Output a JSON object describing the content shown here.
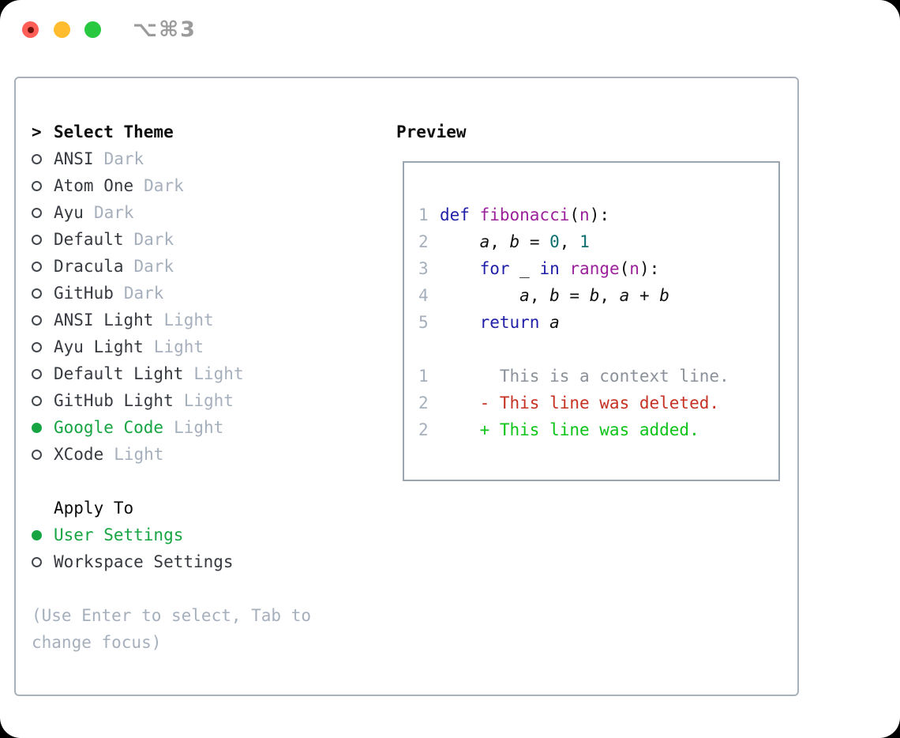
{
  "titlebar": {
    "shortcut": "⌥⌘3"
  },
  "theme_panel": {
    "title_marker": ">",
    "title": "Select Theme",
    "themes": [
      {
        "name": "ANSI",
        "variant": "Dark",
        "selected": false
      },
      {
        "name": "Atom One",
        "variant": "Dark",
        "selected": false
      },
      {
        "name": "Ayu",
        "variant": "Dark",
        "selected": false
      },
      {
        "name": "Default",
        "variant": "Dark",
        "selected": false
      },
      {
        "name": "Dracula",
        "variant": "Dark",
        "selected": false
      },
      {
        "name": "GitHub",
        "variant": "Dark",
        "selected": false
      },
      {
        "name": "ANSI Light",
        "variant": "Light",
        "selected": false
      },
      {
        "name": "Ayu Light",
        "variant": "Light",
        "selected": false
      },
      {
        "name": "Default Light",
        "variant": "Light",
        "selected": false
      },
      {
        "name": "GitHub Light",
        "variant": "Light",
        "selected": false
      },
      {
        "name": "Google Code",
        "variant": "Light",
        "selected": true
      },
      {
        "name": "XCode",
        "variant": "Light",
        "selected": false
      }
    ],
    "apply_to": {
      "title": "Apply To",
      "options": [
        {
          "label": "User Settings",
          "selected": true
        },
        {
          "label": "Workspace Settings",
          "selected": false
        }
      ]
    },
    "hint": "(Use Enter to select, Tab to change focus)"
  },
  "preview": {
    "title": "Preview",
    "lines": [
      {
        "num": "1",
        "tokens": [
          {
            "t": "def ",
            "c": "kw"
          },
          {
            "t": "fibonacci",
            "c": "fn"
          },
          {
            "t": "(",
            "c": "pl"
          },
          {
            "t": "n",
            "c": "fn"
          },
          {
            "t": "):",
            "c": "pl"
          }
        ]
      },
      {
        "num": "2",
        "tokens": [
          {
            "t": "    ",
            "c": "pl"
          },
          {
            "t": "a",
            "c": "var"
          },
          {
            "t": ", ",
            "c": "pl"
          },
          {
            "t": "b",
            "c": "var"
          },
          {
            "t": " = ",
            "c": "pl"
          },
          {
            "t": "0",
            "c": "num"
          },
          {
            "t": ", ",
            "c": "pl"
          },
          {
            "t": "1",
            "c": "num"
          }
        ]
      },
      {
        "num": "3",
        "tokens": [
          {
            "t": "    ",
            "c": "pl"
          },
          {
            "t": "for",
            "c": "kw"
          },
          {
            "t": " _ ",
            "c": "pl"
          },
          {
            "t": "in",
            "c": "kw"
          },
          {
            "t": " ",
            "c": "pl"
          },
          {
            "t": "range",
            "c": "fn"
          },
          {
            "t": "(",
            "c": "pl"
          },
          {
            "t": "n",
            "c": "fn"
          },
          {
            "t": "):",
            "c": "pl"
          }
        ]
      },
      {
        "num": "4",
        "tokens": [
          {
            "t": "        ",
            "c": "pl"
          },
          {
            "t": "a",
            "c": "var"
          },
          {
            "t": ", ",
            "c": "pl"
          },
          {
            "t": "b",
            "c": "var"
          },
          {
            "t": " = ",
            "c": "pl"
          },
          {
            "t": "b",
            "c": "var"
          },
          {
            "t": ", ",
            "c": "pl"
          },
          {
            "t": "a",
            "c": "var"
          },
          {
            "t": " + ",
            "c": "pl"
          },
          {
            "t": "b",
            "c": "var"
          }
        ]
      },
      {
        "num": "5",
        "tokens": [
          {
            "t": "    ",
            "c": "pl"
          },
          {
            "t": "return",
            "c": "kw"
          },
          {
            "t": " ",
            "c": "pl"
          },
          {
            "t": "a",
            "c": "var"
          }
        ]
      },
      {
        "num": "",
        "tokens": []
      },
      {
        "num": "1",
        "tokens": [
          {
            "t": "      This is a context line.",
            "c": "ctx"
          }
        ]
      },
      {
        "num": "2",
        "tokens": [
          {
            "t": "    - This line was deleted.",
            "c": "del"
          }
        ]
      },
      {
        "num": "2",
        "tokens": [
          {
            "t": "    + This line was added.",
            "c": "add"
          }
        ]
      }
    ]
  },
  "colors": {
    "accent-green": "#17a442",
    "added-green": "#0cc418",
    "deleted-red": "#c53122",
    "keyword-blue": "#1f1fa8",
    "function-purple": "#9b219b",
    "literal-teal": "#0b6e6e",
    "muted-gray": "#a6afbc",
    "context-gray": "#8b919a",
    "item-gray": "#36393f",
    "panel-border": "#a9b1bb",
    "preview-border": "#9aa5b1",
    "traffic-red": "#ff5f57",
    "traffic-yellow": "#febc2e",
    "traffic-green": "#28c840"
  }
}
